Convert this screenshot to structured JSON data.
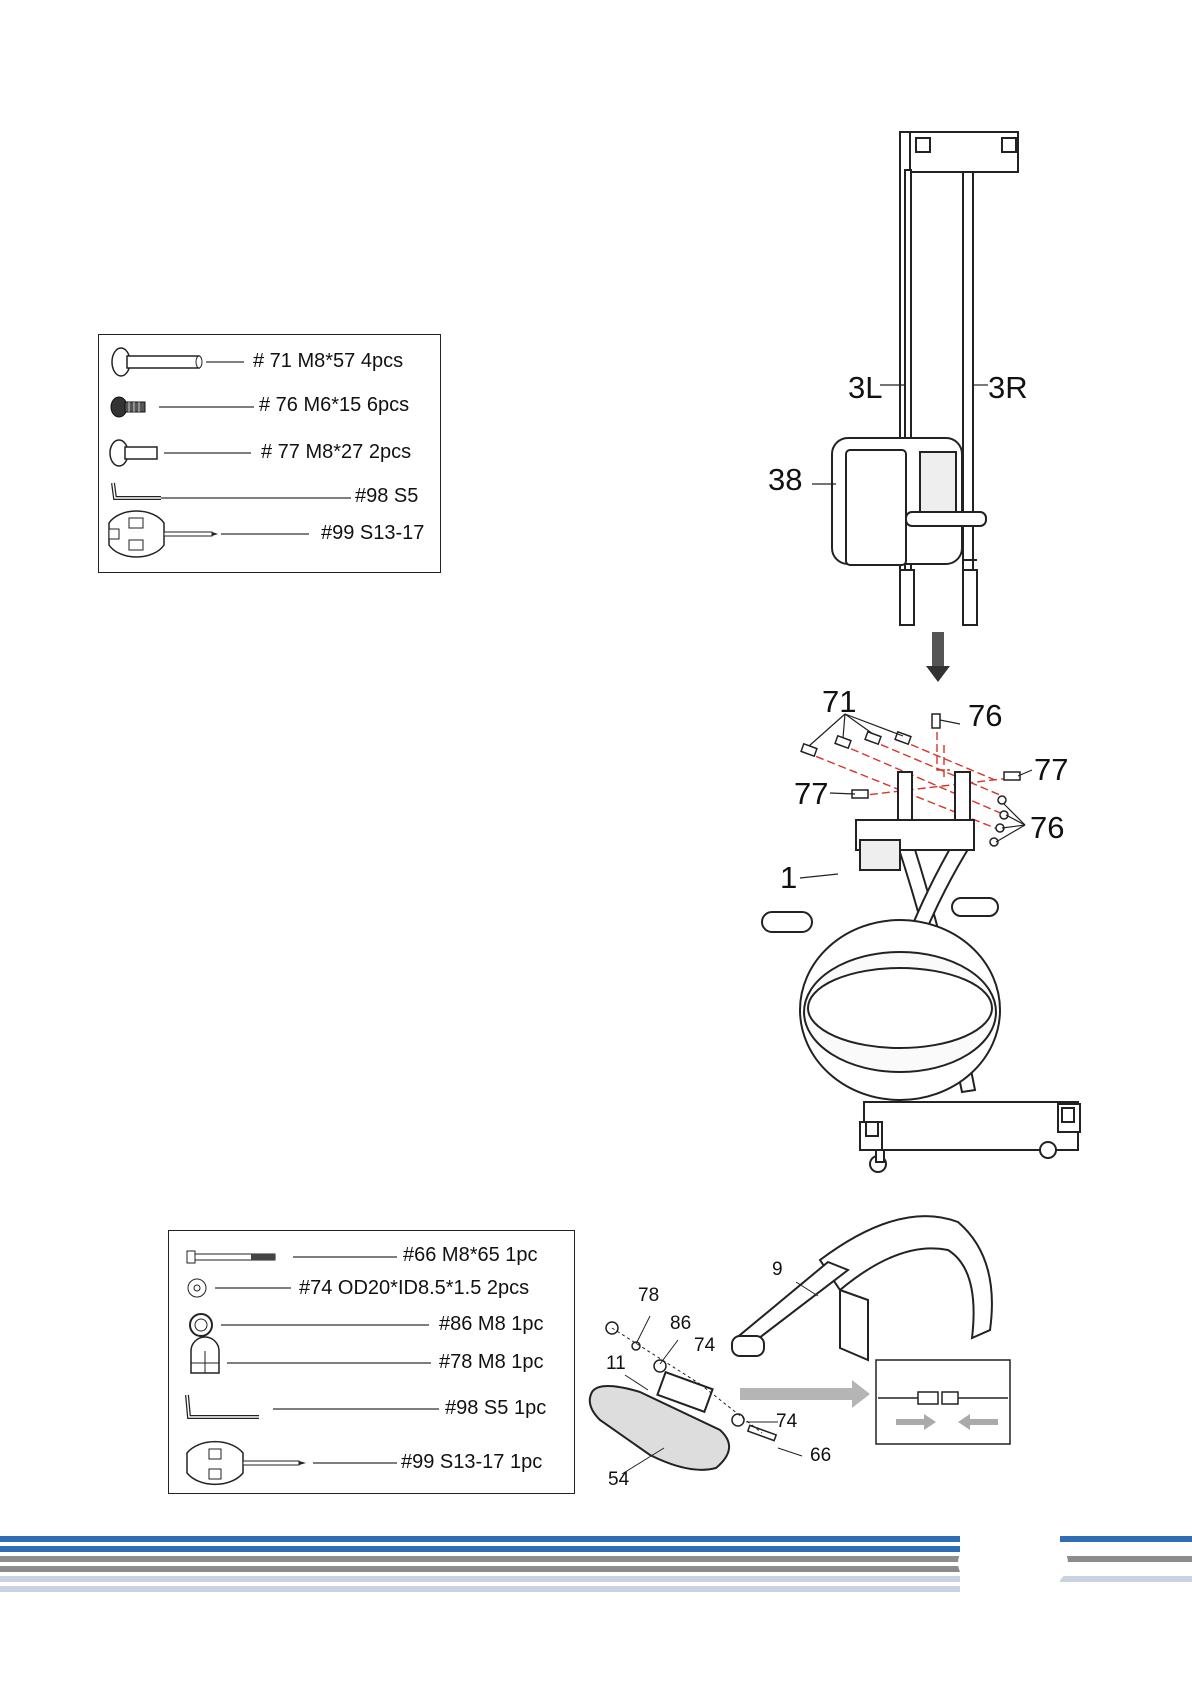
{
  "hardware_box_1": {
    "items": [
      {
        "label": "# 71 M8*57  4pcs",
        "icon": "carriage-bolt-icon"
      },
      {
        "label": "# 76 M6*15  6pcs",
        "icon": "button-screw-icon"
      },
      {
        "label": "# 77 M8*27  2pcs",
        "icon": "short-bolt-icon"
      },
      {
        "label": "#98 S5",
        "icon": "allen-key-icon"
      },
      {
        "label": "#99 S13-17",
        "icon": "multi-wrench-icon"
      }
    ]
  },
  "hardware_box_2": {
    "items": [
      {
        "label": "#66 M8*65 1pc",
        "icon": "long-bolt-icon"
      },
      {
        "label": "#74 OD20*ID8.5*1.5 2pcs",
        "icon": "washer-icon"
      },
      {
        "label": "#86 M8 1pc",
        "icon": "spring-washer-icon"
      },
      {
        "label": "#78 M8 1pc",
        "icon": "dome-nut-icon"
      },
      {
        "label": "#98 S5 1pc",
        "icon": "allen-key-icon"
      },
      {
        "label": "#99 S13-17 1pc",
        "icon": "multi-wrench-icon"
      }
    ]
  },
  "main_diagram": {
    "callouts": {
      "part_3l": "3L",
      "part_3r": "3R",
      "part_38": "38",
      "part_71": "71",
      "part_76_top": "76",
      "part_77_right": "77",
      "part_77_left": "77",
      "part_76_right": "76",
      "part_1": "1"
    }
  },
  "seat_diagram": {
    "callouts": {
      "part_9": "9",
      "part_78": "78",
      "part_86": "86",
      "part_74_top": "74",
      "part_11": "11",
      "part_74_bottom": "74",
      "part_66": "66",
      "part_54": "54"
    }
  },
  "colors": {
    "stripe_blue": "#2f6db5",
    "stripe_gray": "#8c8c8c",
    "stripe_light": "#c9d3e0",
    "red_guide": "#d9342b"
  }
}
